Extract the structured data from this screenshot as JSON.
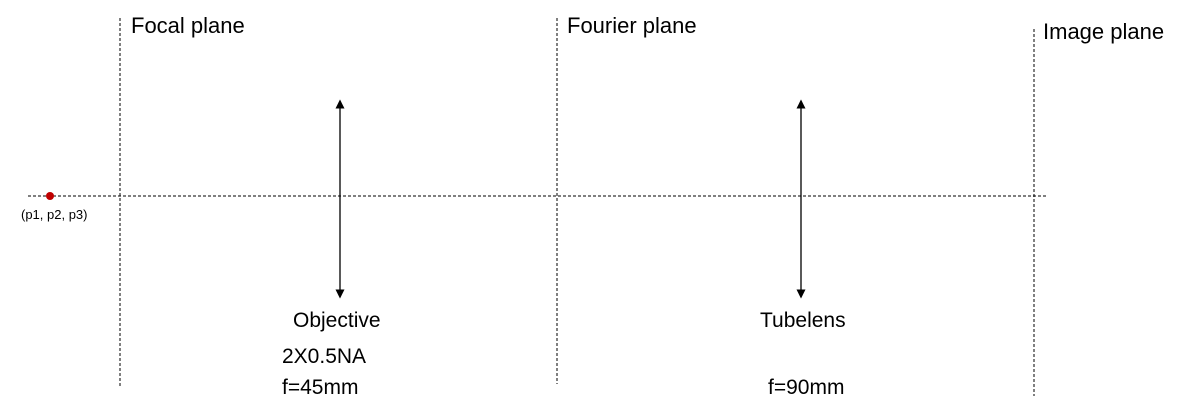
{
  "planes": {
    "focal": "Focal plane",
    "fourier": "Fourier plane",
    "image": "Image plane"
  },
  "source_point": {
    "label": "(p1, p2, p3)",
    "color": "#c00000"
  },
  "objective": {
    "name": "Objective",
    "spec": "2X0.5NA",
    "focal_length": "f=45mm"
  },
  "tube_lens": {
    "name": "Tubelens",
    "focal_length": "f=90mm"
  },
  "colors": {
    "line": "#000000",
    "text": "#000000"
  }
}
